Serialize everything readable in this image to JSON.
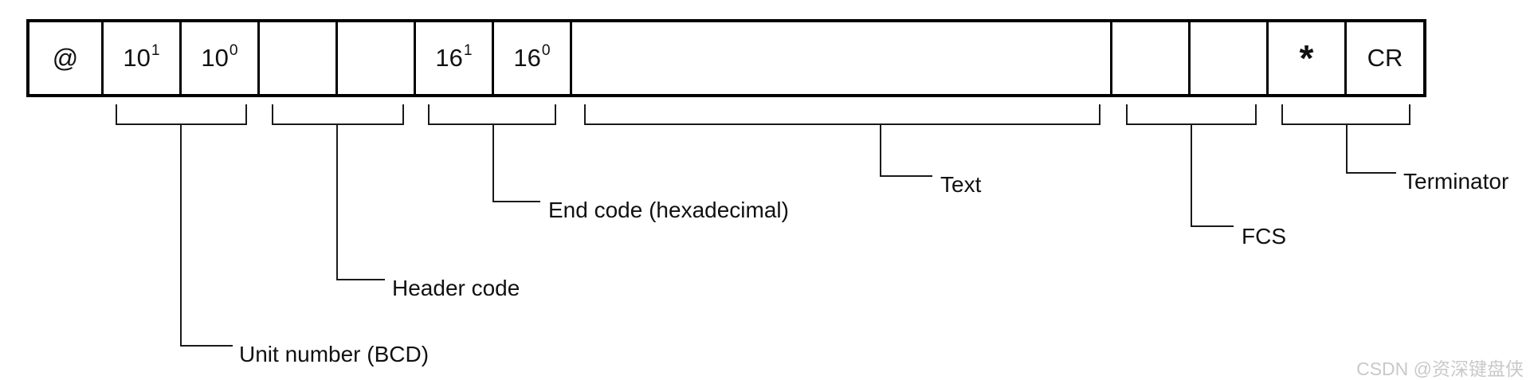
{
  "diagram": {
    "description": "Host Link command frame format diagram",
    "frame": {
      "cells": [
        {
          "name": "start-character",
          "base": "@"
        },
        {
          "name": "unit-number-10-1",
          "base": "10",
          "sup": "1"
        },
        {
          "name": "unit-number-10-0",
          "base": "10",
          "sup": "0"
        },
        {
          "name": "header-code-1",
          "base": ""
        },
        {
          "name": "header-code-2",
          "base": ""
        },
        {
          "name": "end-code-16-1",
          "base": "16",
          "sup": "1"
        },
        {
          "name": "end-code-16-0",
          "base": "16",
          "sup": "0"
        },
        {
          "name": "text-field",
          "base": ""
        },
        {
          "name": "fcs-1",
          "base": ""
        },
        {
          "name": "fcs-2",
          "base": ""
        },
        {
          "name": "asterisk",
          "base": "*"
        },
        {
          "name": "carriage-return",
          "base": "CR"
        }
      ]
    },
    "annotations": [
      {
        "label": "Unit number (BCD)"
      },
      {
        "label": "Header code"
      },
      {
        "label": "End code (hexadecimal)"
      },
      {
        "label": "Text"
      },
      {
        "label": "FCS"
      },
      {
        "label": "Terminator"
      }
    ]
  },
  "watermark": "CSDN @资深键盘侠",
  "colors": {
    "line": "#000000",
    "leader_line": "#1a1a1a",
    "text": "#111111",
    "watermark": "#c9c9c9",
    "background": "#ffffff"
  }
}
